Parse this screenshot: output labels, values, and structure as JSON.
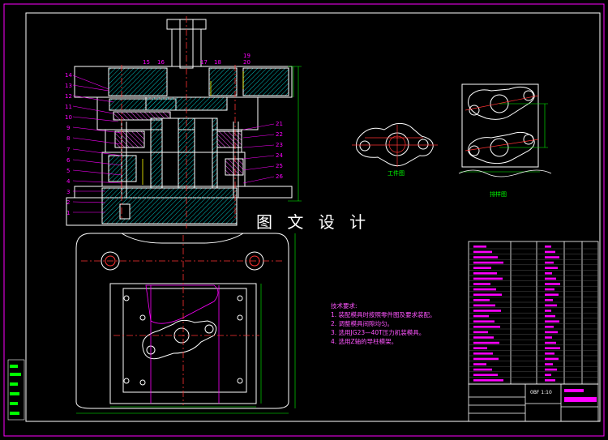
{
  "watermark": "图 文 设 计",
  "part_labels_left": [
    "14",
    "13",
    "12",
    "11",
    "10",
    "9",
    "8",
    "7",
    "6",
    "5",
    "4",
    "3",
    "2",
    "1"
  ],
  "part_labels_top": [
    "15",
    "16",
    "17",
    "18",
    "19",
    "20"
  ],
  "part_labels_right": [
    "21",
    "22",
    "23",
    "24",
    "25",
    "26"
  ],
  "view_titles": {
    "part": "工件图",
    "layout": "排样图"
  },
  "tech_notes": {
    "title": "技术要求:",
    "items": [
      "1. 装配模具时按照零件图及要求装配。",
      "2. 调整模具间隙均匀。",
      "3. 选用JG23—40T压力机装模具。",
      "4. 选用Z轴的导柱模架。"
    ]
  },
  "title_block": {
    "scale": "0BF 1:10"
  },
  "colors": {
    "background": "#000000",
    "outline": "#ffffff",
    "frame": "#ff00ff",
    "dimension": "#00ff00",
    "centerline": "#ff3333",
    "hatch": "#00c0c0",
    "hidden": "#ffff00",
    "label": "#ff00ff"
  }
}
